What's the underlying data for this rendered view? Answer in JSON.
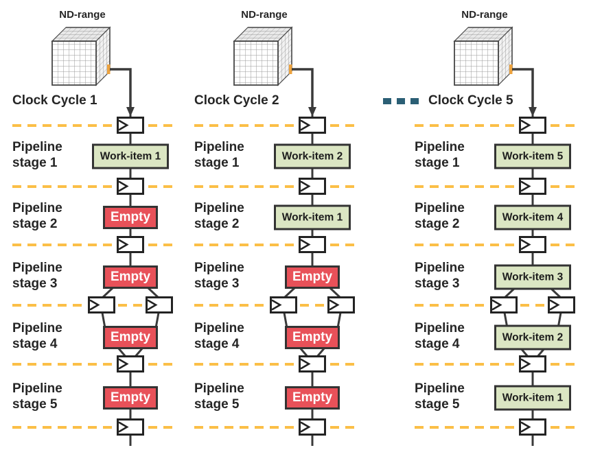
{
  "colors": {
    "stage_divider_yellow": "#FBBF47",
    "empty_red": "#E85159",
    "work_item_green": "#DBE6C3",
    "connector_dark": "#3A3A3A",
    "ellipsis_teal": "#2B5F75",
    "nd_range_highlight_orange": "#EDA33F"
  },
  "stage_labels": [
    {
      "line1": "Pipeline",
      "line2": "stage 1"
    },
    {
      "line1": "Pipeline",
      "line2": "stage 2"
    },
    {
      "line1": "Pipeline",
      "line2": "stage 3"
    },
    {
      "line1": "Pipeline",
      "line2": "stage 4"
    },
    {
      "line1": "Pipeline",
      "line2": "stage 5"
    }
  ],
  "columns": [
    {
      "nd_range_label": "ND-range",
      "clock_label": "Clock Cycle 1",
      "stages": [
        {
          "label": "Work-item 1",
          "type": "work"
        },
        {
          "label": "Empty",
          "type": "empty"
        },
        {
          "label": "Empty",
          "type": "empty"
        },
        {
          "label": "Empty",
          "type": "empty"
        },
        {
          "label": "Empty",
          "type": "empty"
        }
      ]
    },
    {
      "nd_range_label": "ND-range",
      "clock_label": "Clock Cycle 2",
      "stages": [
        {
          "label": "Work-item 2",
          "type": "work"
        },
        {
          "label": "Work-item 1",
          "type": "work"
        },
        {
          "label": "Empty",
          "type": "empty"
        },
        {
          "label": "Empty",
          "type": "empty"
        },
        {
          "label": "Empty",
          "type": "empty"
        }
      ]
    },
    {
      "nd_range_label": "ND-range",
      "clock_label": "Clock Cycle 5",
      "has_ellipsis": true,
      "stages": [
        {
          "label": "Work-item 5",
          "type": "work"
        },
        {
          "label": "Work-item 4",
          "type": "work"
        },
        {
          "label": "Work-item 3",
          "type": "work"
        },
        {
          "label": "Work-item 2",
          "type": "work"
        },
        {
          "label": "Work-item 1",
          "type": "work"
        }
      ]
    }
  ]
}
